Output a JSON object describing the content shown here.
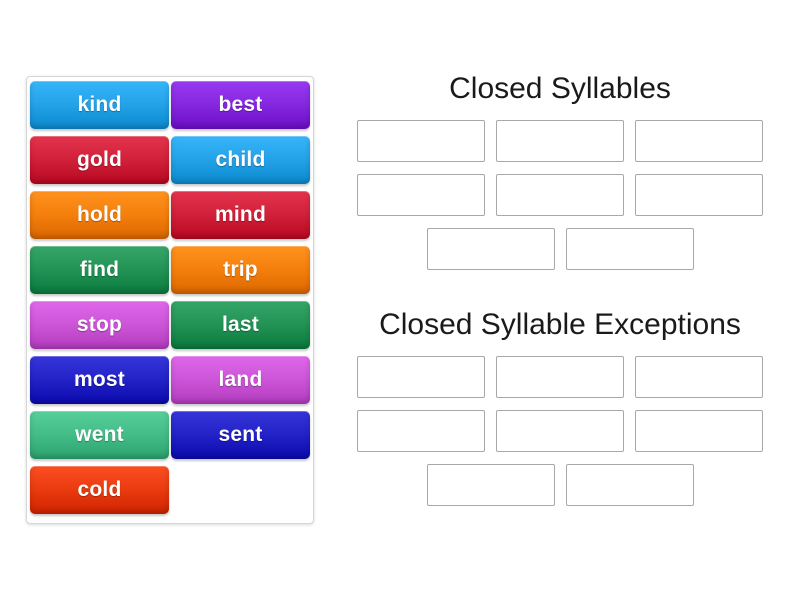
{
  "activity": {
    "type": "group-sort",
    "tray": {
      "name": "word-tile-tray",
      "columns": [
        {
          "tiles": [
            {
              "label": "kind",
              "color": "#25a3e8"
            },
            {
              "label": "gold",
              "color": "#d2213a"
            },
            {
              "label": "hold",
              "color": "#f5800c"
            },
            {
              "label": "find",
              "color": "#239356"
            },
            {
              "label": "stop",
              "color": "#cc55d8"
            },
            {
              "label": "most",
              "color": "#2323c8"
            },
            {
              "label": "went",
              "color": "#45bd88"
            },
            {
              "label": "cold",
              "color": "#ea3c10"
            }
          ]
        },
        {
          "tiles": [
            {
              "label": "best",
              "color": "#8528e0"
            },
            {
              "label": "child",
              "color": "#25a3e8"
            },
            {
              "label": "mind",
              "color": "#d2213a"
            },
            {
              "label": "trip",
              "color": "#f5800c"
            },
            {
              "label": "last",
              "color": "#239356"
            },
            {
              "label": "land",
              "color": "#cc55d8"
            },
            {
              "label": "sent",
              "color": "#2323c8"
            },
            {
              "label": "",
              "color": ""
            }
          ]
        }
      ]
    },
    "categories": [
      {
        "id": "closed-syllables",
        "heading": "Closed Syllables",
        "dropzone_rows": [
          3,
          3,
          2
        ],
        "dropzone_count": 8
      },
      {
        "id": "closed-syllable-exceptions",
        "heading": "Closed Syllable Exceptions",
        "dropzone_rows": [
          3,
          3,
          2
        ],
        "dropzone_count": 8
      }
    ]
  }
}
